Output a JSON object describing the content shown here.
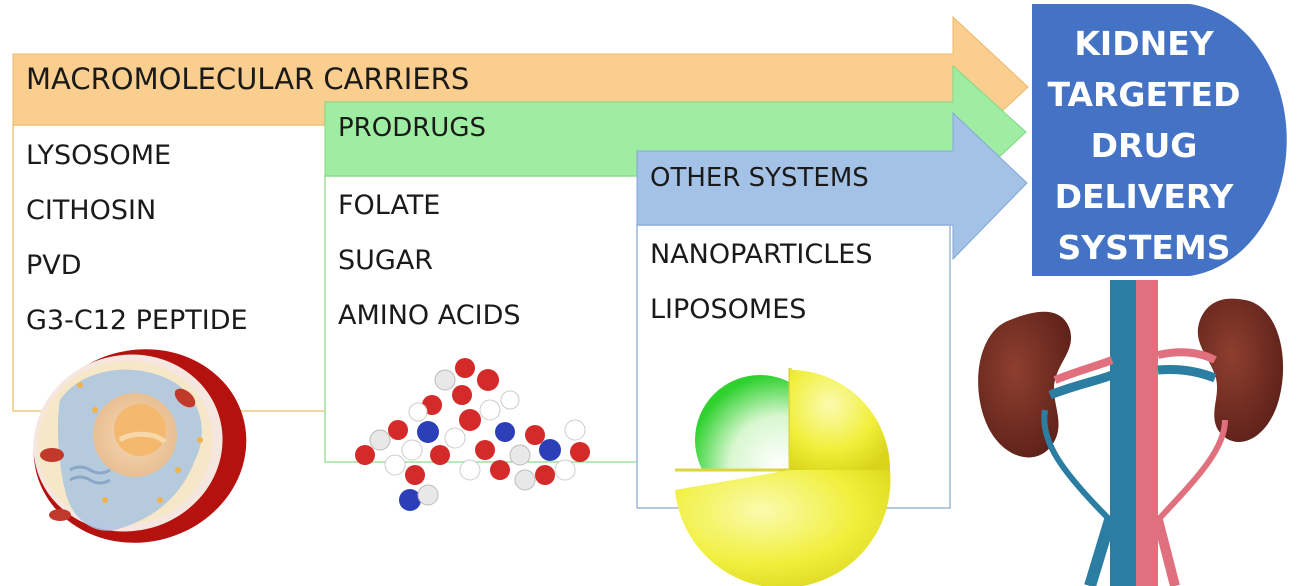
{
  "target": {
    "lines": [
      "KIDNEY",
      "TARGETED",
      "DRUG",
      "DELIVERY",
      "SYSTEMS"
    ],
    "color": "#4472C4"
  },
  "arrows": [
    {
      "label": "MACROMOLECULAR CARRIERS",
      "color": "#F9CE8E",
      "items": [
        "LYSOSOME",
        "CITHOSIN",
        "PVD",
        "G3-C12 PEPTIDE"
      ],
      "illustration": "cell-icon"
    },
    {
      "label": "PRODRUGS",
      "color": "#9EEDA2",
      "items": [
        "FOLATE",
        "SUGAR",
        "AMINO ACIDS"
      ],
      "illustration": "molecule-icon"
    },
    {
      "label": "OTHER SYSTEMS",
      "color": "#A4C1E6",
      "items": [
        "NANOPARTICLES",
        "LIPOSOMES"
      ],
      "illustration": "liposome-icon"
    }
  ],
  "illustrations": {
    "kidney": "kidney-icon"
  }
}
